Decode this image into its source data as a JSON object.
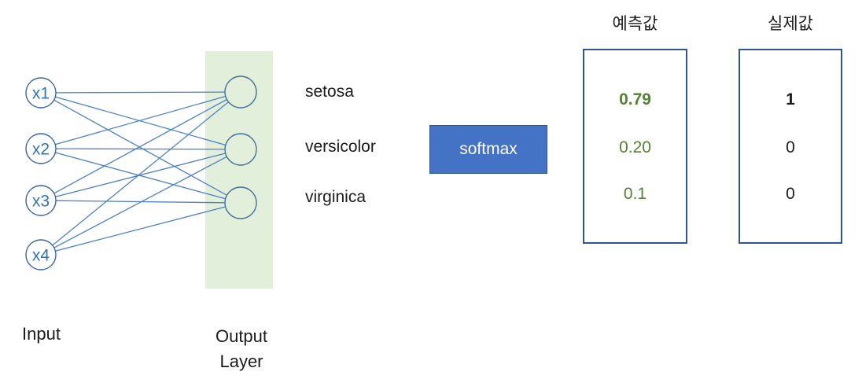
{
  "network": {
    "input_caption": "Input",
    "output_caption_line1": "Output",
    "output_caption_line2": "Layer",
    "input_nodes": [
      {
        "label": "x1"
      },
      {
        "label": "x2"
      },
      {
        "label": "x3"
      },
      {
        "label": "x4"
      }
    ],
    "output_node_count": 3
  },
  "classes": [
    {
      "label": "setosa"
    },
    {
      "label": "versicolor"
    },
    {
      "label": "virginica"
    }
  ],
  "softmax": {
    "label": "softmax"
  },
  "predicted": {
    "title": "예측값",
    "values": [
      {
        "value": "0.79"
      },
      {
        "value": "0.20"
      },
      {
        "value": "0.1"
      }
    ]
  },
  "actual": {
    "title": "실제값",
    "values": [
      {
        "value": "1"
      },
      {
        "value": "0"
      },
      {
        "value": "0"
      }
    ]
  },
  "colors": {
    "node_text_blue": "#2e75b6",
    "input_circle_stroke": "#3862a8",
    "output_circle_stroke": "#41719c",
    "connection_line": "#4d80c6",
    "output_layer_background": "#e2efda",
    "softmax_fill": "#4472c4",
    "softmax_border": "#2f528f",
    "value_box_border": "#2f5597",
    "predicted_value_green": "#538135",
    "text_black": "#1b1b1b"
  }
}
